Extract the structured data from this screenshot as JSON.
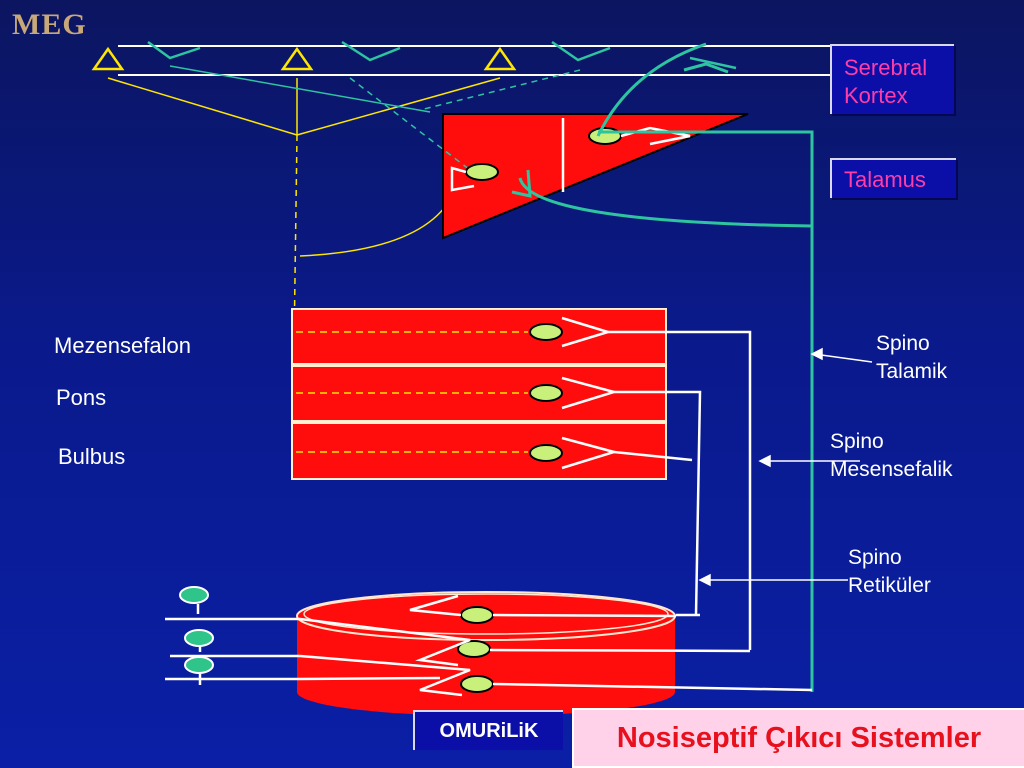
{
  "meg_label": "MEG",
  "labels": {
    "serebral_line1": "Serebral",
    "serebral_line2": "Kortex",
    "talamus": "Talamus",
    "mezensefalon": "Mezensefalon",
    "pons": "Pons",
    "bulbus": "Bulbus",
    "spino_talamik_1": "Spino",
    "spino_talamik_2": "Talamik",
    "spino_mesensefalik_1": "Spino",
    "spino_mesensefalik_2": "Mesensefalik",
    "spino_retikuler_1": "Spino",
    "spino_retikuler_2": "Retiküler",
    "omurilik": "OMURiLiK",
    "title": "Nosiseptif Çıkıcı Sistemler"
  },
  "colors": {
    "tract_red": "#ff0d0d",
    "tract_green": "#2ec4a0",
    "neuron_fill": "#c8f07a",
    "sensor_yellow": "#ffe600",
    "title_bg": "#ffd2ea",
    "title_text": "#e8101c",
    "label_pink": "#ff3da8"
  }
}
